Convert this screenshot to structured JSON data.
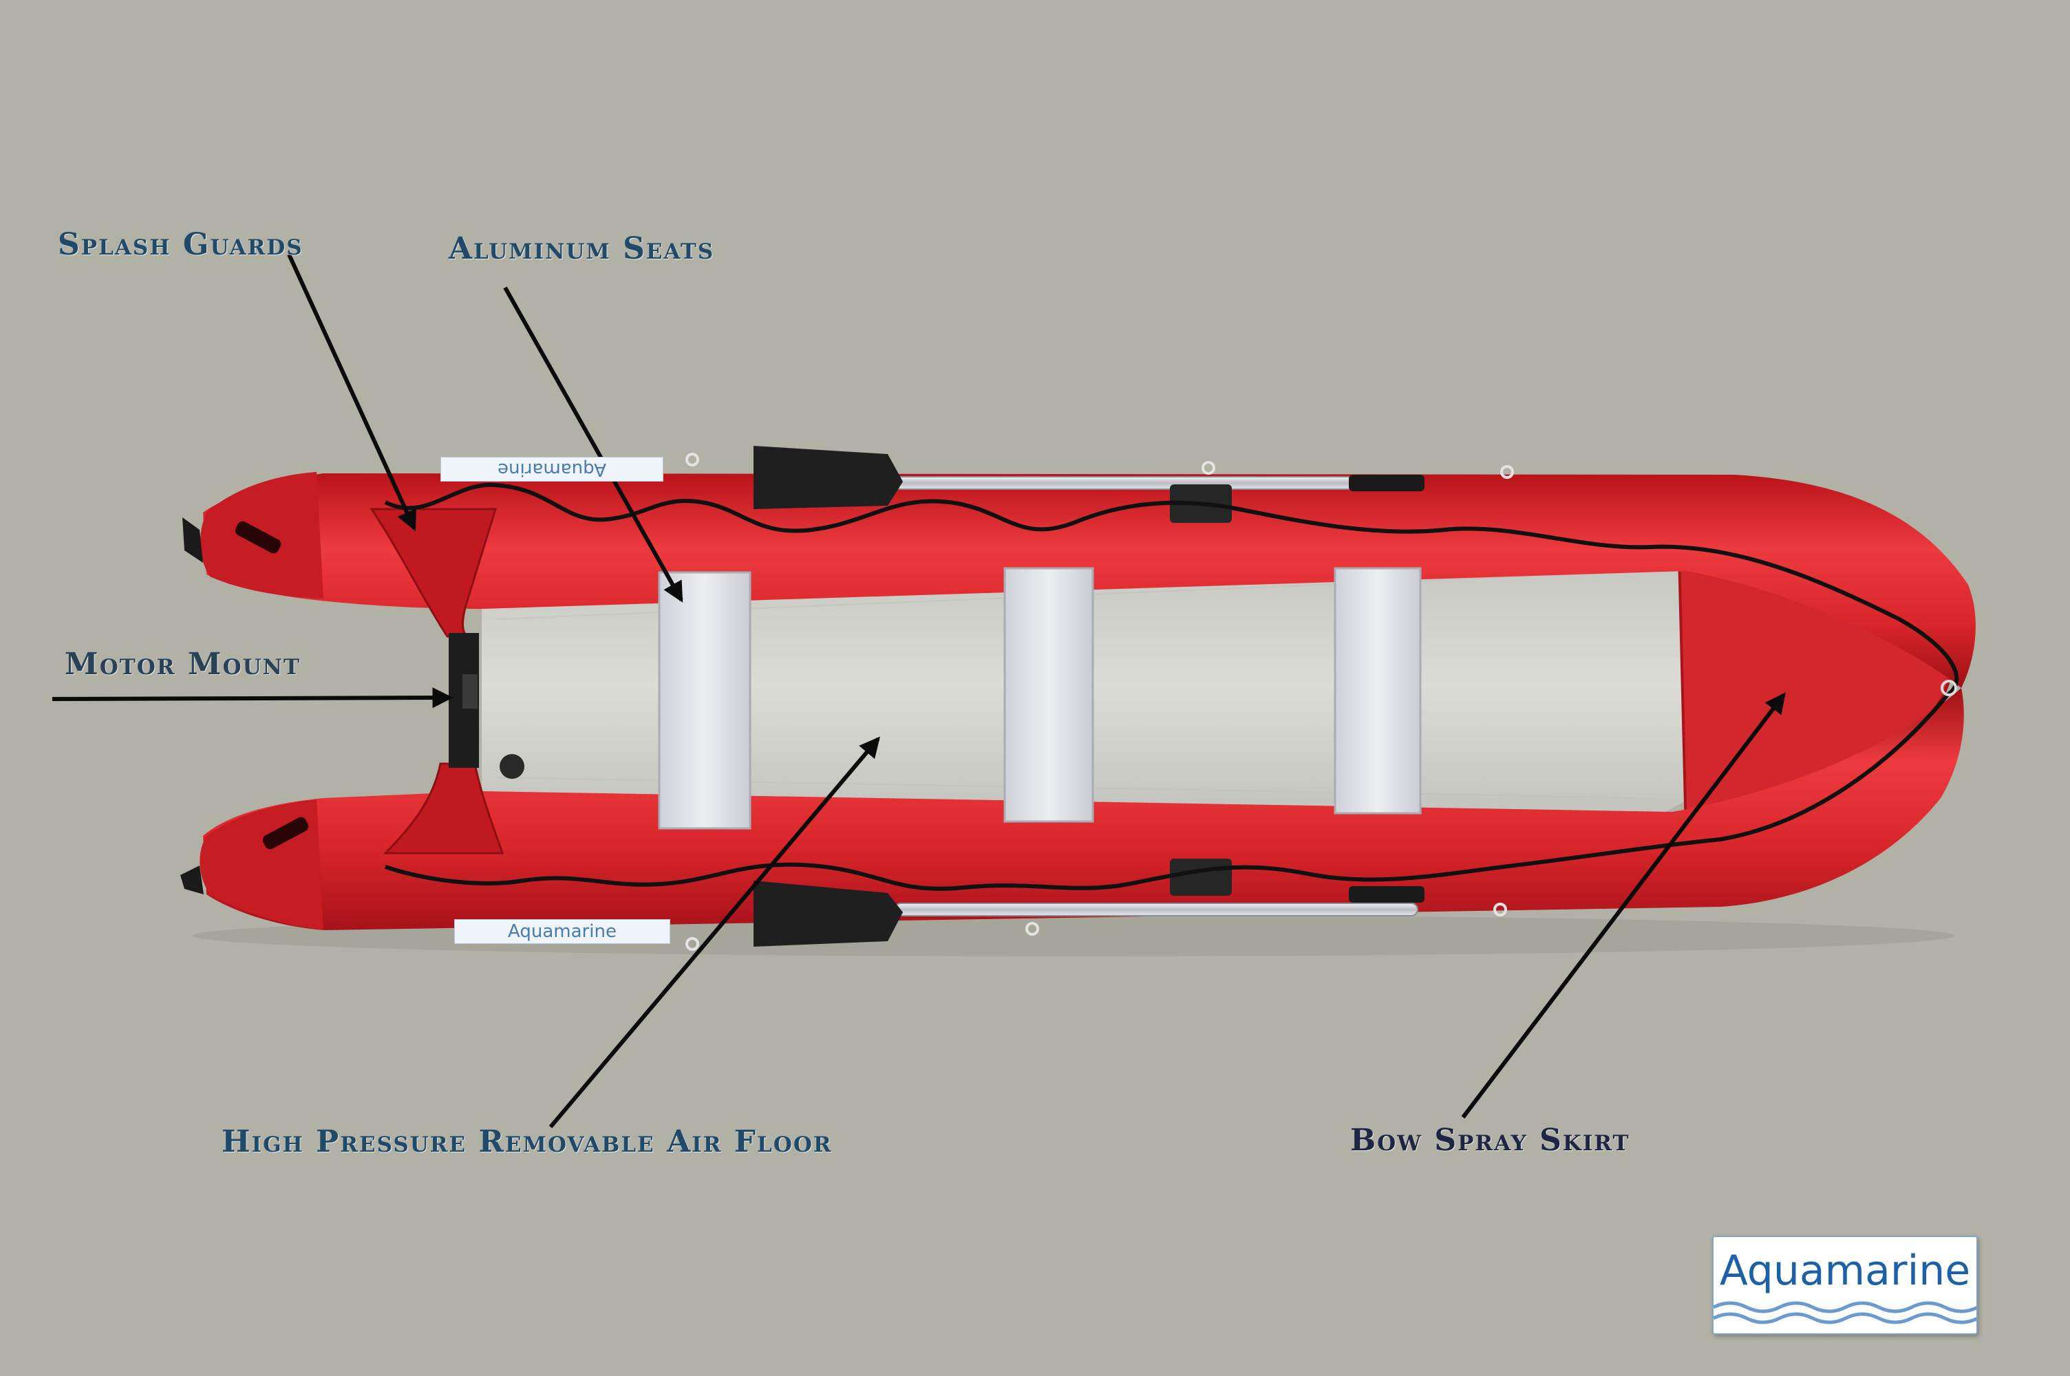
{
  "labels": {
    "splash_guards": "Splash Guards",
    "aluminum_seats": "Aluminum Seats",
    "motor_mount": "Motor Mount",
    "air_floor": "High Pressure Removable Air  Floor",
    "bow_spray_skirt": "Bow Spray  Skirt"
  },
  "hull_decals": {
    "top": "Aquamarine",
    "bottom": "Aquamarine"
  },
  "logo": {
    "text": "Aquamarine"
  },
  "colors": {
    "background": "#b1b1a6",
    "hull_red": "#d9262b",
    "floor_gray": "#d2d2cc",
    "seat_silver": "#e2e4e8",
    "label_blue": "#1f4a6a",
    "logo_blue": "#1c61a8"
  }
}
